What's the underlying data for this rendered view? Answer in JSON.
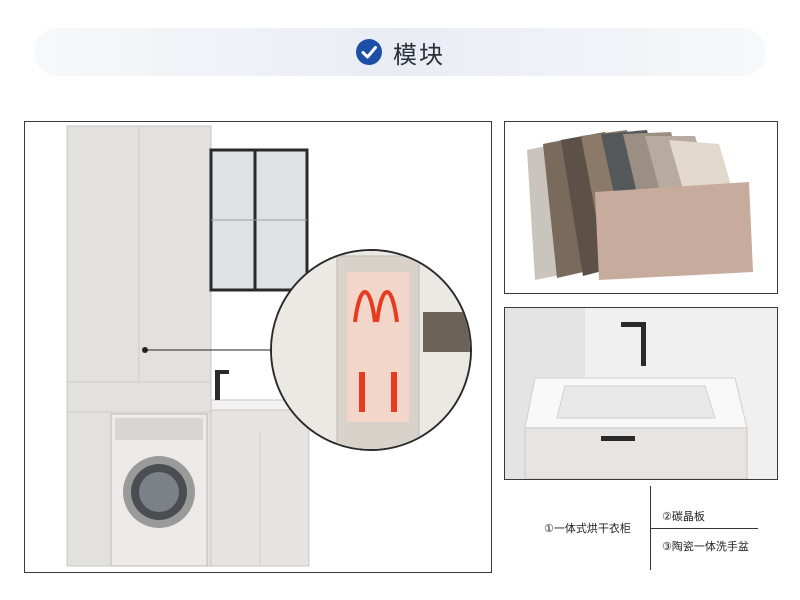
{
  "header": {
    "title": "模块",
    "check_icon": "check-circle-icon",
    "accent": "#1e4fa8"
  },
  "features": {
    "item1": "①一体式烘干衣柜",
    "item2": "②碳晶板",
    "item3": "③陶瓷一体洗手盆"
  },
  "colors": {
    "cabinet": "#e6e4e1",
    "heat": "#e63b1f",
    "frame": "#2a2a2a"
  }
}
